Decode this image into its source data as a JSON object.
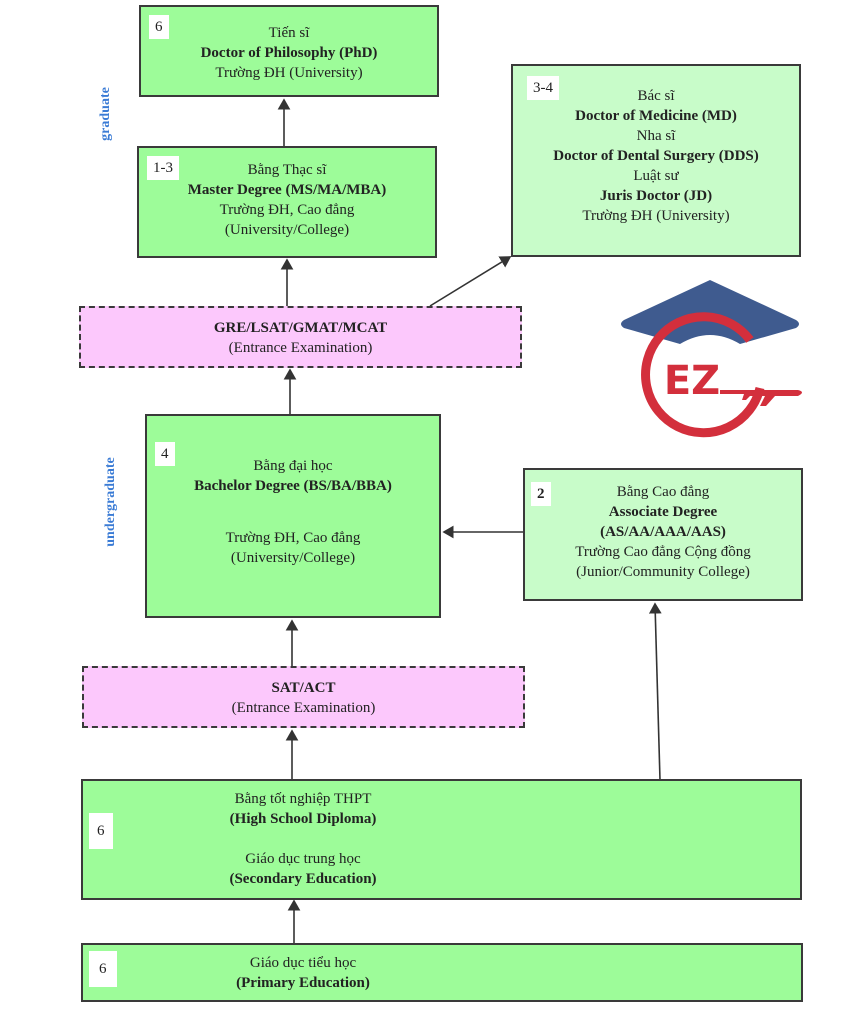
{
  "side_labels": {
    "graduate": "graduate",
    "undergraduate": "undergraduate"
  },
  "boxes": {
    "phd": {
      "years": "6",
      "lines": [
        "Tiến sĩ",
        "Doctor of Philosophy (PhD)",
        "Trường ĐH (University)"
      ]
    },
    "master": {
      "years": "1-3",
      "lines": [
        "Bằng Thạc sĩ",
        "Master Degree (MS/MA/MBA)",
        "Trường ĐH, Cao đẳng",
        "(University/College)"
      ]
    },
    "professional": {
      "years": "3-4",
      "lines": [
        "Bác sĩ",
        "Doctor of Medicine (MD)",
        "Nha sĩ",
        "Doctor of Dental Surgery (DDS)",
        "Luật sư",
        "Juris Doctor (JD)",
        "Trường ĐH (University)"
      ]
    },
    "grad_exam": {
      "lines": [
        "GRE/LSAT/GMAT/MCAT",
        "(Entrance Examination)"
      ]
    },
    "bachelor": {
      "years": "4",
      "lines": [
        "Bằng đại học",
        "Bachelor Degree (BS/BA/BBA)",
        "Trường ĐH, Cao đẳng",
        "(University/College)"
      ]
    },
    "associate": {
      "years": "2",
      "lines": [
        "Bằng Cao đẳng",
        "Associate Degree",
        "(AS/AA/AAA/AAS)",
        "Trường Cao đẳng Cộng đồng",
        "(Junior/Community College)"
      ]
    },
    "undergrad_exam": {
      "lines": [
        "SAT/ACT",
        "(Entrance Examination)"
      ]
    },
    "secondary": {
      "years": "6",
      "lines": [
        "Bằng tốt nghiệp THPT",
        "(High School Diploma)",
        "Giáo dục trung học",
        "(Secondary Education)"
      ]
    },
    "primary": {
      "years": "6",
      "lines": [
        "Giáo dục tiểu học",
        "(Primary Education)"
      ]
    }
  },
  "logo": {
    "text": "EZ",
    "cap_color": "#3f5b8f",
    "ring_color": "#d32f3c"
  },
  "colors": {
    "degree_box": "#9dfc99",
    "professional_box": "#c8fcc9",
    "exam_box": "#fcc8fc",
    "side_label": "#3a7bd5"
  }
}
